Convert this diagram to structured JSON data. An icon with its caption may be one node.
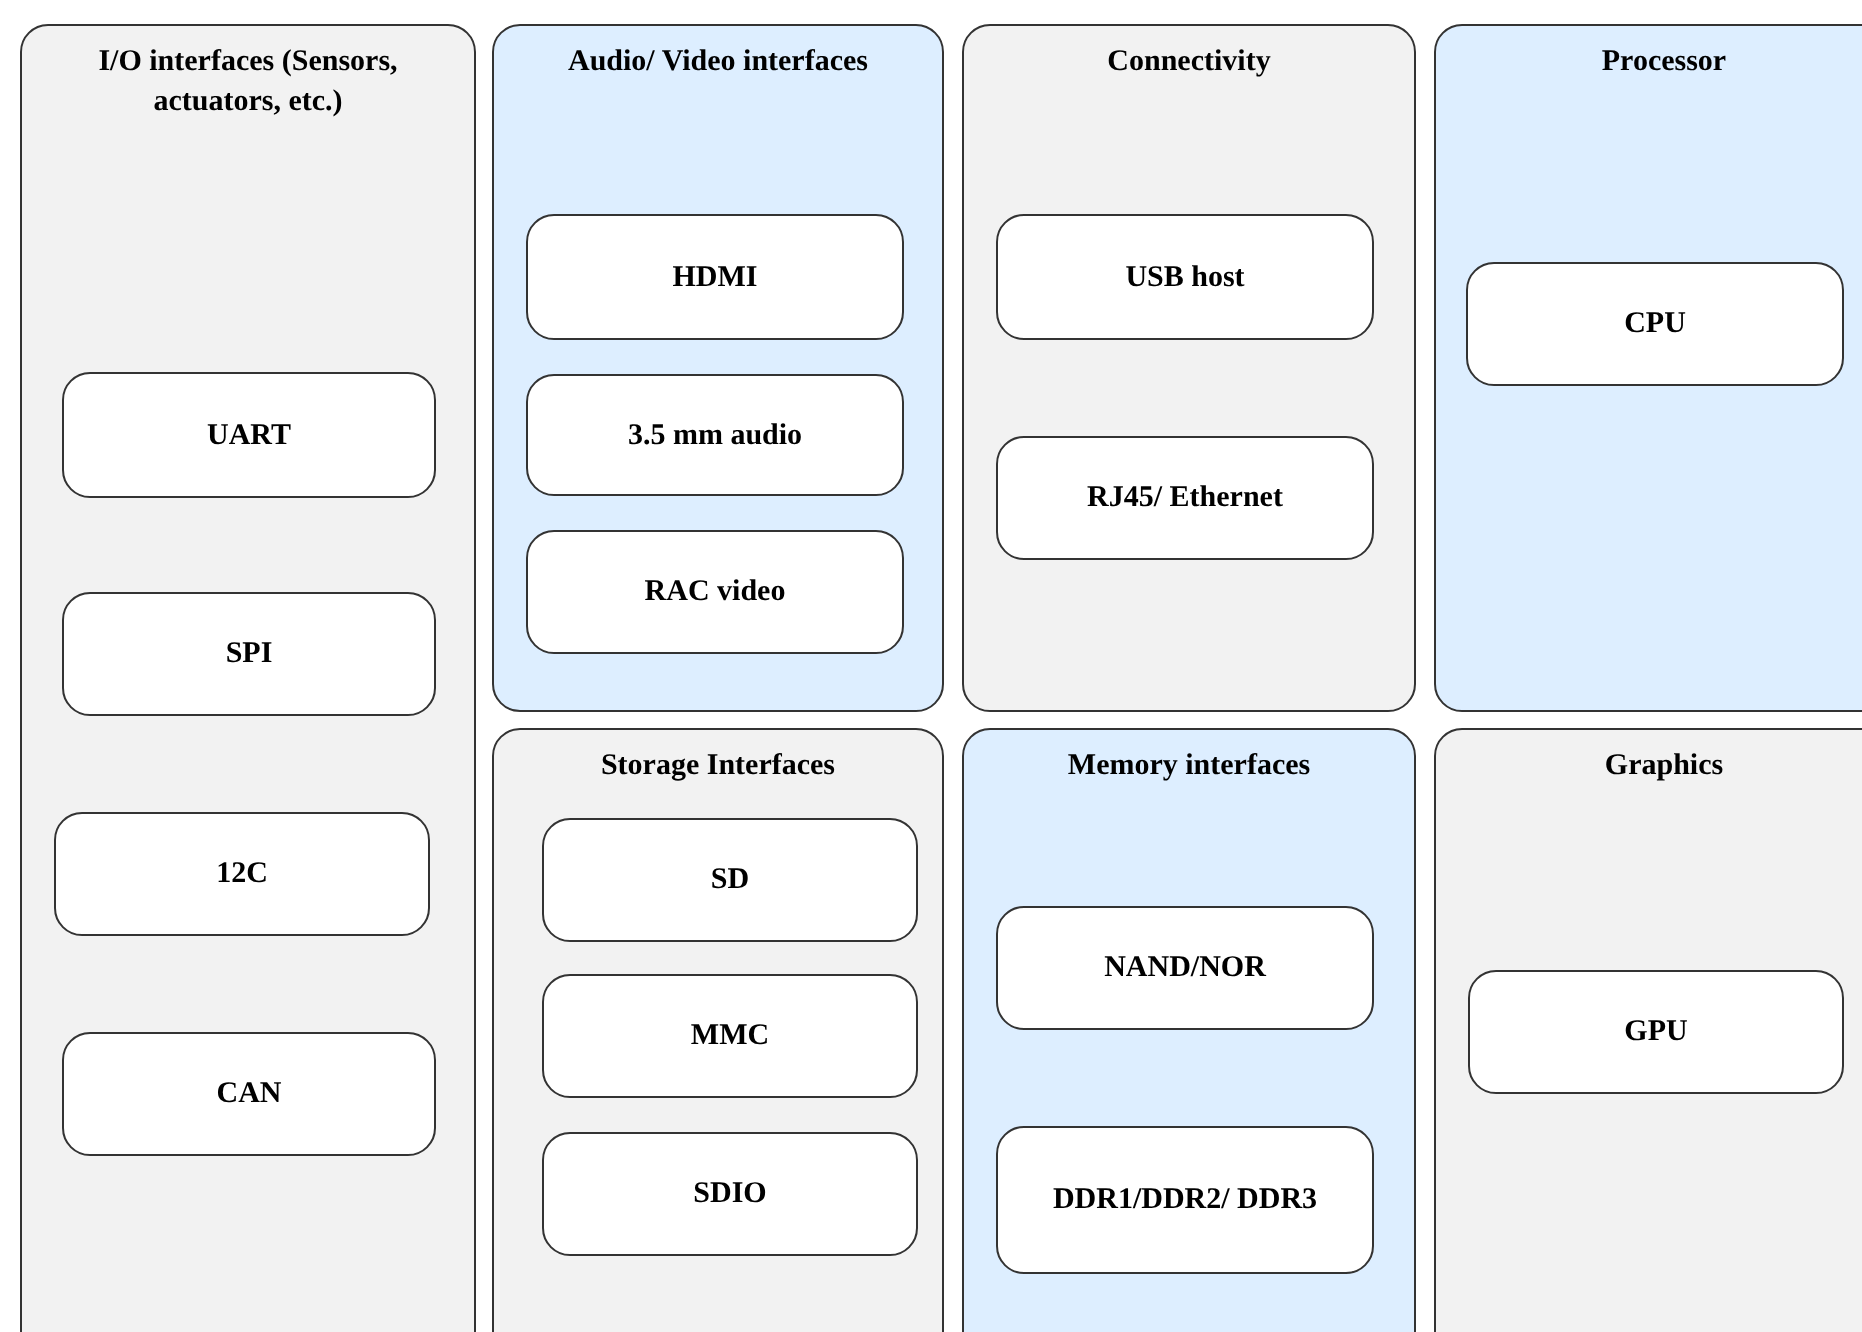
{
  "diagram": {
    "nodes": [
      {
        "text": [
          "I/O interfaces (Sensors, actuators, etc.)"
        ]
      },
      {
        "text": [
          "UART"
        ],
        "in": 0
      },
      {
        "text": [
          "SPI"
        ],
        "in": 0
      },
      {
        "text": [
          "12C"
        ],
        "in": 0
      },
      {
        "text": [
          "CAN"
        ],
        "in": 0
      },
      {
        "text": [
          "Audio/ Video interfaces"
        ]
      },
      {
        "text": [
          "HDMI"
        ],
        "in": 5
      },
      {
        "text": [
          "3.5 mm audio"
        ],
        "in": 5
      },
      {
        "text": [
          "RAC video"
        ],
        "in": 5
      },
      {
        "text": [
          "Connectivity"
        ]
      },
      {
        "text": [
          "USB host"
        ],
        "in": 9
      },
      {
        "text": [
          "RJ45/ Ethernet"
        ],
        "in": 9
      },
      {
        "text": [
          "Processor"
        ]
      },
      {
        "text": [
          "CPU"
        ],
        "in": 12
      },
      {
        "text": [
          "Storage Interfaces"
        ]
      },
      {
        "text": [
          "SD"
        ],
        "in": 14
      },
      {
        "text": [
          "MMC"
        ],
        "in": 14
      },
      {
        "text": [
          "SDIO"
        ],
        "in": 14
      },
      {
        "text": [
          "Memory interfaces"
        ]
      },
      {
        "text": [
          "NAND/NOR"
        ],
        "in": 18
      },
      {
        "text": [
          "DDR1/DDR2/ DDR3"
        ],
        "in": 18
      },
      {
        "text": [
          "Graphics"
        ]
      },
      {
        "text": [
          "GPU"
        ],
        "in": 21
      }
    ]
  }
}
